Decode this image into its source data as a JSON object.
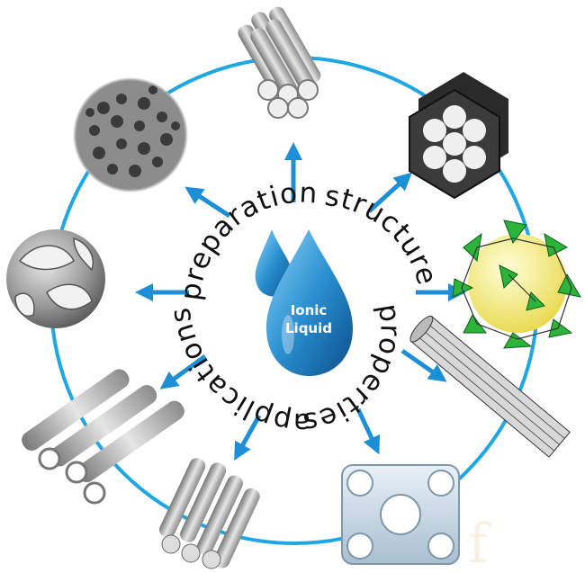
{
  "center": {
    "drop_text_line1": "Ionic",
    "drop_text_line2": "Liquid"
  },
  "ring_labels": {
    "preparation": "preparation",
    "structure": "structure",
    "properties": "properties",
    "applications": "applications"
  },
  "colors": {
    "ring": "#1ea6e6",
    "arrow": "#1c8fd6",
    "drop_dark": "#0d5f9e",
    "drop_light": "#6ec6f2",
    "label": "#111111"
  },
  "materials": [
    {
      "name": "hexagonal-rod-bundle-icon"
    },
    {
      "name": "honeycomb-prism-icon"
    },
    {
      "name": "polyhedral-framework-icon"
    },
    {
      "name": "carbon-nanotube-icon"
    },
    {
      "name": "zeolite-cage-icon"
    },
    {
      "name": "nanowire-bundle-icon"
    },
    {
      "name": "hollow-tubes-icon"
    },
    {
      "name": "gyroid-sphere-icon"
    },
    {
      "name": "porous-sphere-icon"
    }
  ]
}
